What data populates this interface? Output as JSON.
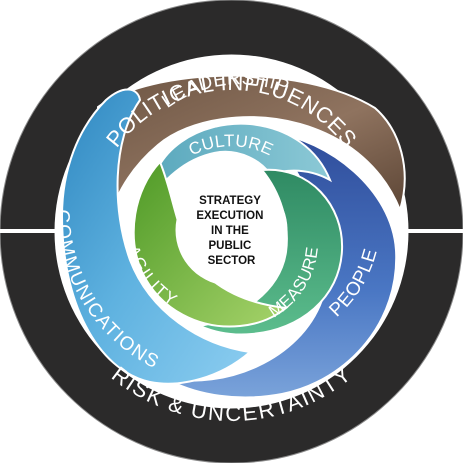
{
  "outer_ring": {
    "top": "POLITICAL INFLUENCES",
    "bottom": "RISK & UNCERTAINTY"
  },
  "middle_ring": {
    "leadership": "LEADERSHIP",
    "people": "PEOPLE",
    "communications": "COMMUNICATIONS"
  },
  "inner_ring": {
    "culture": "CULTURE",
    "measure": "MEASURE",
    "agility": "AGILITY"
  },
  "center": {
    "lines": [
      "STRATEGY",
      "EXECUTION",
      "IN THE",
      "PUBLIC",
      "SECTOR"
    ]
  },
  "colors": {
    "outer_ring": "#2b2a2a",
    "leadership": "#7b6250",
    "people": "#3b64b4",
    "communications": "#4aa6d6",
    "culture": "#6db5c6",
    "measure": "#3aa374",
    "agility": "#7cbb3c"
  }
}
